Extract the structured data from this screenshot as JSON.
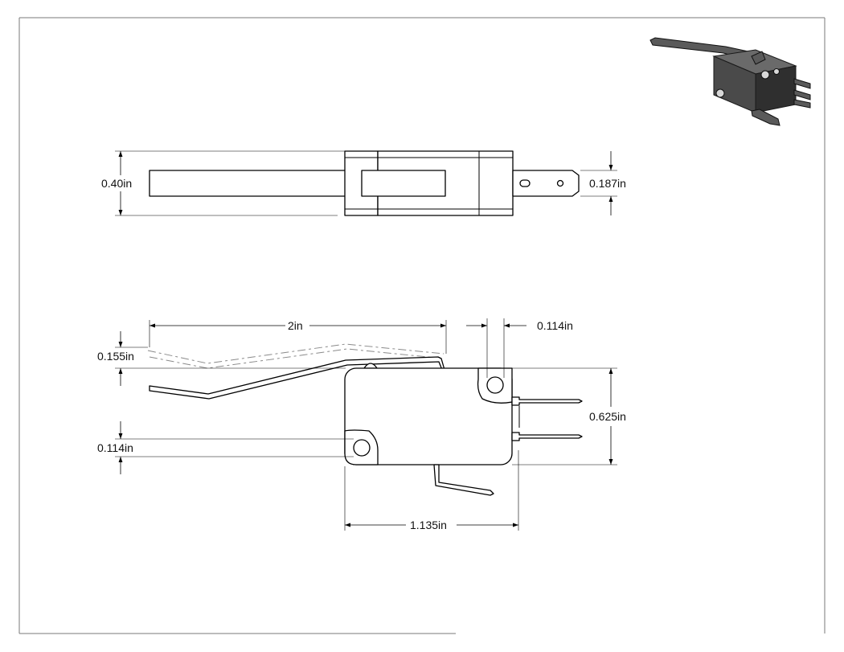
{
  "drawing": {
    "dimensions": {
      "top_height": "0.40in",
      "top_terminal_width": "0.187in",
      "lever_length": "2in",
      "hole_offset_top": "0.114in",
      "lever_travel": "0.155in",
      "body_height": "0.625in",
      "hole_offset_bottom": "0.114in",
      "body_length": "1.135in"
    }
  }
}
